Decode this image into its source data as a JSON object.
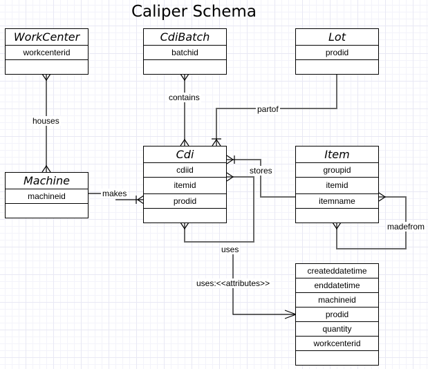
{
  "title": "Caliper Schema",
  "entities": {
    "workcenter": {
      "name": "WorkCenter",
      "fields": [
        "workcenterid"
      ]
    },
    "cdibatch": {
      "name": "CdiBatch",
      "fields": [
        "batchid"
      ]
    },
    "lot": {
      "name": "Lot",
      "fields": [
        "prodid"
      ]
    },
    "machine": {
      "name": "Machine",
      "fields": [
        "machineid"
      ]
    },
    "cdi": {
      "name": "Cdi",
      "fields": [
        "cdiid",
        "itemid",
        "prodid"
      ]
    },
    "item": {
      "name": "Item",
      "fields": [
        "groupid",
        "itemid",
        "itemname"
      ]
    },
    "attributes": {
      "fields": [
        "createddatetime",
        "enddatetime",
        "machineid",
        "prodid",
        "quantity",
        "workcenterid"
      ]
    }
  },
  "relations": {
    "houses": "houses",
    "contains": "contains",
    "partof": "partof",
    "makes": "makes",
    "stores": "stores",
    "madefrom": "madefrom",
    "uses": "uses",
    "uses_attributes": "uses:<<attributes>>"
  }
}
